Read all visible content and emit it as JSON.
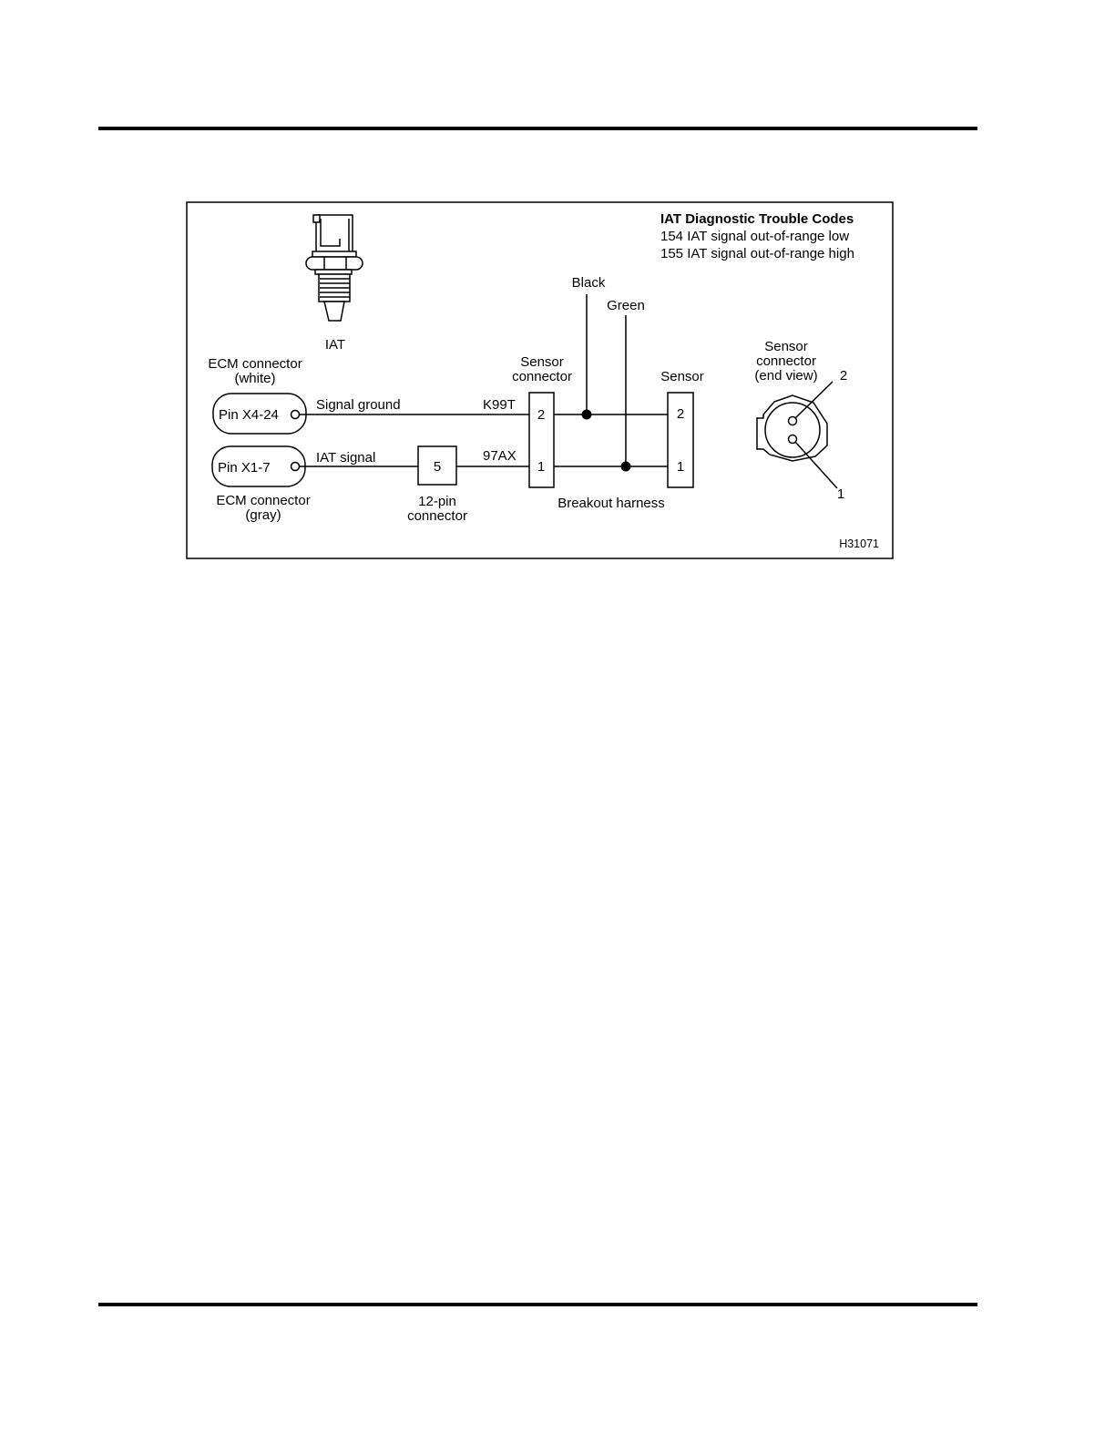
{
  "dtc": {
    "title": "IAT Diagnostic Trouble Codes",
    "line1": "154 IAT signal out-of-range low",
    "line2": "155 IAT signal out-of-range high"
  },
  "labels": {
    "iat": "IAT",
    "black": "Black",
    "green": "Green",
    "ecm_white_1": "ECM connector",
    "ecm_white_2": "(white)",
    "ecm_gray_1": "ECM connector",
    "ecm_gray_2": "(gray)",
    "sensor_conn_1": "Sensor",
    "sensor_conn_2": "connector",
    "sensor": "Sensor",
    "end_view_1": "Sensor",
    "end_view_2": "connector",
    "end_view_3": "(end view)",
    "pin_x4": "Pin X4-24",
    "pin_x1": "Pin X1-7",
    "signal_ground": "Signal ground",
    "iat_signal": "IAT signal",
    "k99t": "K99T",
    "w97ax": "97AX",
    "twelve_pin_1": "12-pin",
    "twelve_pin_2": "connector",
    "pin5": "5",
    "sc_pin2": "2",
    "sc_pin1": "1",
    "s_pin2": "2",
    "s_pin1": "1",
    "ev_pin2": "2",
    "ev_pin1": "1",
    "breakout": "Breakout harness",
    "figure_id": "H31071"
  }
}
